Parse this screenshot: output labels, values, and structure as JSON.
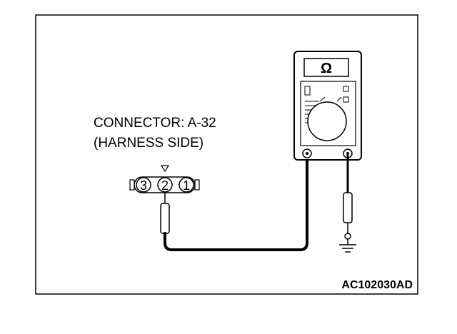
{
  "connector": {
    "line1": "CONNECTOR: A-32",
    "line2": "(HARNESS SIDE)",
    "pins": [
      "3",
      "2",
      "1"
    ]
  },
  "meter": {
    "display": "Ω",
    "icon": "ohmmeter-icon"
  },
  "ground_icon": "ground-symbol-icon",
  "figure_code": "AC102030AD",
  "colors": {
    "ink": "#000000",
    "paper": "#ffffff"
  }
}
